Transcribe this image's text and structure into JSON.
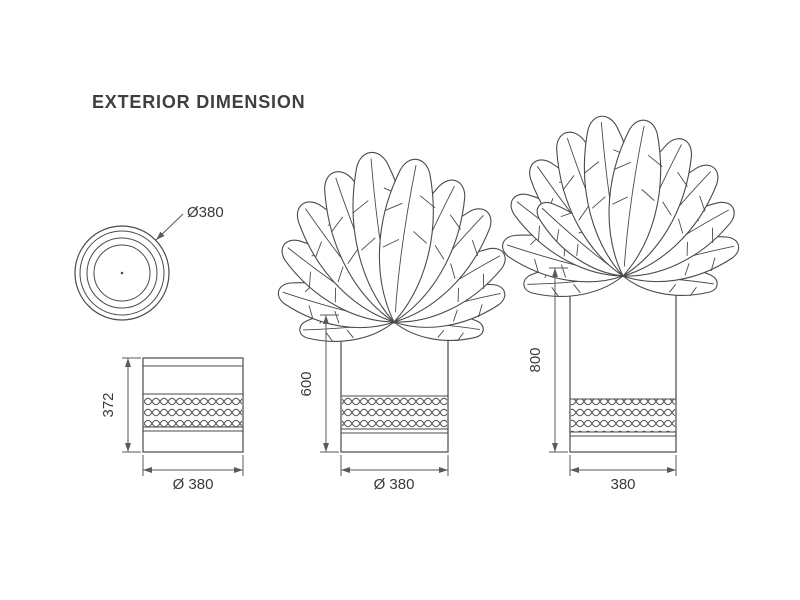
{
  "title": "EXTERIOR DIMENSION",
  "colors": {
    "line": "#4a4a4a",
    "text": "#3a3a3a"
  },
  "top_view": {
    "diameter_label": "Ø380"
  },
  "planters": [
    {
      "id": "small",
      "height_label": "372",
      "width_label": "Ø 380"
    },
    {
      "id": "medium",
      "height_label": "600",
      "width_label": "Ø 380"
    },
    {
      "id": "large",
      "height_label": "800",
      "width_label": "380"
    }
  ]
}
